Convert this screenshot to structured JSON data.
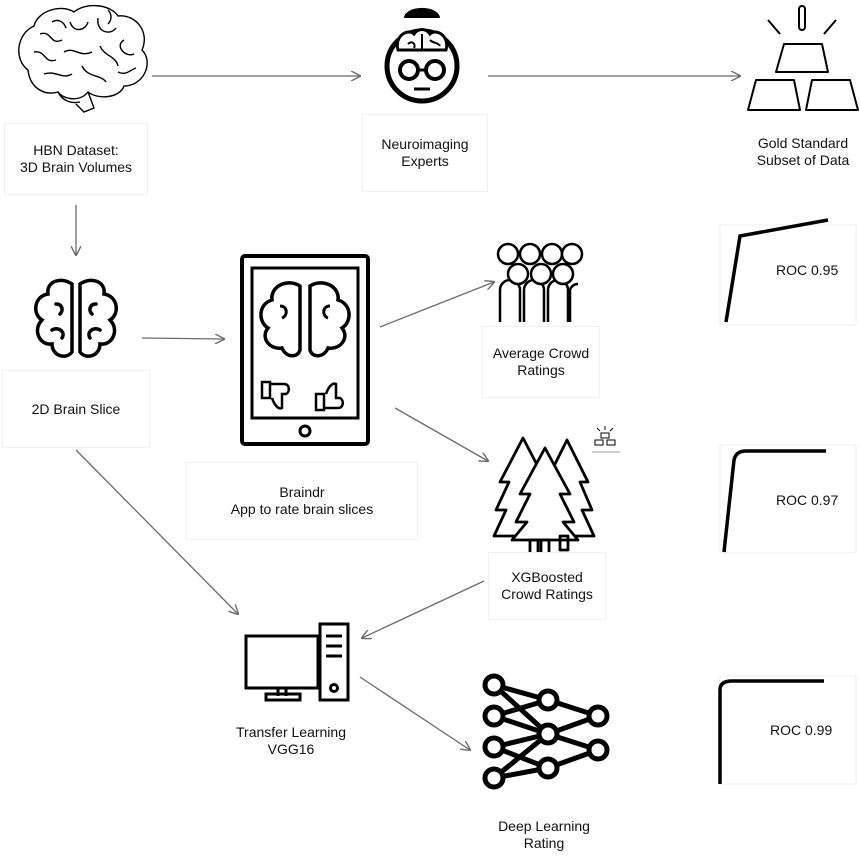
{
  "nodes": {
    "hbn": {
      "line1": "HBN Dataset:",
      "line2": "3D Brain Volumes",
      "icon": "brain-3d-icon"
    },
    "experts": {
      "line1": "Neuroimaging",
      "line2": "Experts",
      "icon": "expert-icon"
    },
    "gold": {
      "line1": "Gold Standard",
      "line2": "Subset of Data",
      "icon": "gold-bars-icon"
    },
    "slice": {
      "line1": "2D Brain Slice",
      "icon": "brain-outline-icon"
    },
    "braindr": {
      "line1": "Braindr",
      "line2": "App to rate brain slices",
      "icon": "tablet-icon"
    },
    "crowd": {
      "line1": "Average Crowd",
      "line2": "Ratings",
      "icon": "crowd-icon"
    },
    "xgb": {
      "line1": "XGBoosted",
      "line2": "Crowd Ratings",
      "icon": "trees-icon"
    },
    "transfer": {
      "line1": "Transfer Learning",
      "line2": "VGG16",
      "icon": "computer-icon"
    },
    "deep": {
      "line1": "Deep Learning",
      "line2": "Rating",
      "icon": "neural-network-icon"
    }
  },
  "roc": [
    {
      "label": "ROC 0.95"
    },
    {
      "label": "ROC 0.97"
    },
    {
      "label": "ROC 0.99"
    }
  ],
  "colors": {
    "arrow": "#6b6b6b",
    "icon": "#000000"
  }
}
